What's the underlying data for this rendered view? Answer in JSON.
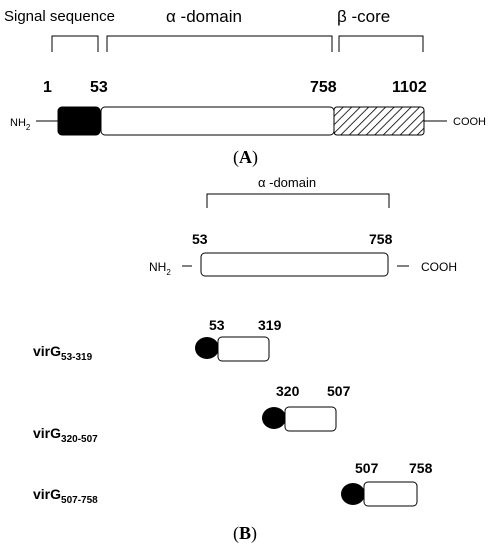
{
  "panel_a": {
    "domains": {
      "signal": "Signal sequence",
      "alpha": "α -domain",
      "beta": "β -core"
    },
    "positions": {
      "p1": "1",
      "p2": "53",
      "p3": "758",
      "p4": "1102"
    },
    "nterm": "NH",
    "nterm_sub": "2",
    "cterm": "COOH",
    "label": "A"
  },
  "panel_b": {
    "domain": "α -domain",
    "positions": {
      "start": "53",
      "end": "758"
    },
    "nterm": "NH",
    "nterm_sub": "2",
    "cterm": "COOH",
    "constructs": [
      {
        "name": "virG",
        "sub": "53-319",
        "start": "53",
        "end": "319"
      },
      {
        "name": "virG",
        "sub": "320-507",
        "start": "320",
        "end": "507"
      },
      {
        "name": "virG",
        "sub": "507-758",
        "start": "507",
        "end": "758"
      }
    ],
    "label": "B"
  },
  "colors": {
    "signal_fill": "#000000",
    "line": "#000000",
    "background": "#ffffff"
  }
}
